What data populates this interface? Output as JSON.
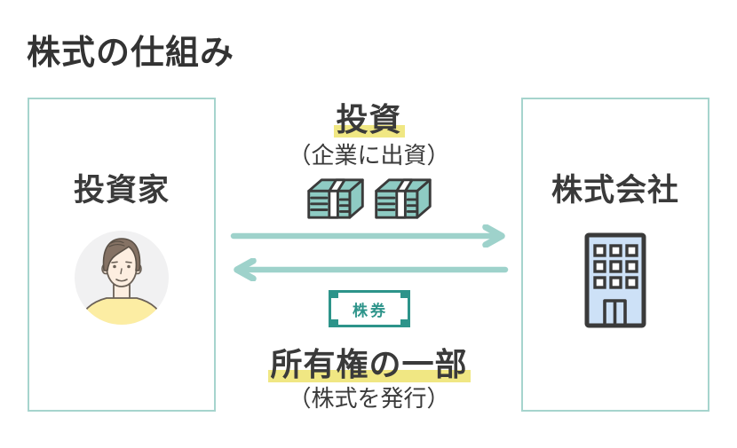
{
  "title": "株式の仕組み",
  "investor": {
    "label": "投資家",
    "icon": "person-avatar-icon"
  },
  "company": {
    "label": "株式会社",
    "icon": "office-building-icon"
  },
  "investment_flow": {
    "label": "投資",
    "sublabel": "（企業に出資）",
    "icon": "money-stacks-icon",
    "direction": "investor-to-company"
  },
  "ownership_flow": {
    "label": "所有権の一部",
    "sublabel": "（株式を発行）",
    "badge": "株券",
    "icon": "stock-certificate-badge",
    "direction": "company-to-investor"
  },
  "colors": {
    "box_border_teal": "#a6d4cd",
    "arrow_teal": "#9ed2cb",
    "highlight_yellow": "#f0e783",
    "badge_teal": "#2d948a",
    "building_blue": "#cde1f7",
    "money_teal": "#8ecbc3",
    "text_dark": "#3a3a3a",
    "avatar_bg": "#f1f1f2",
    "shirt_yellow": "#fceda3"
  }
}
